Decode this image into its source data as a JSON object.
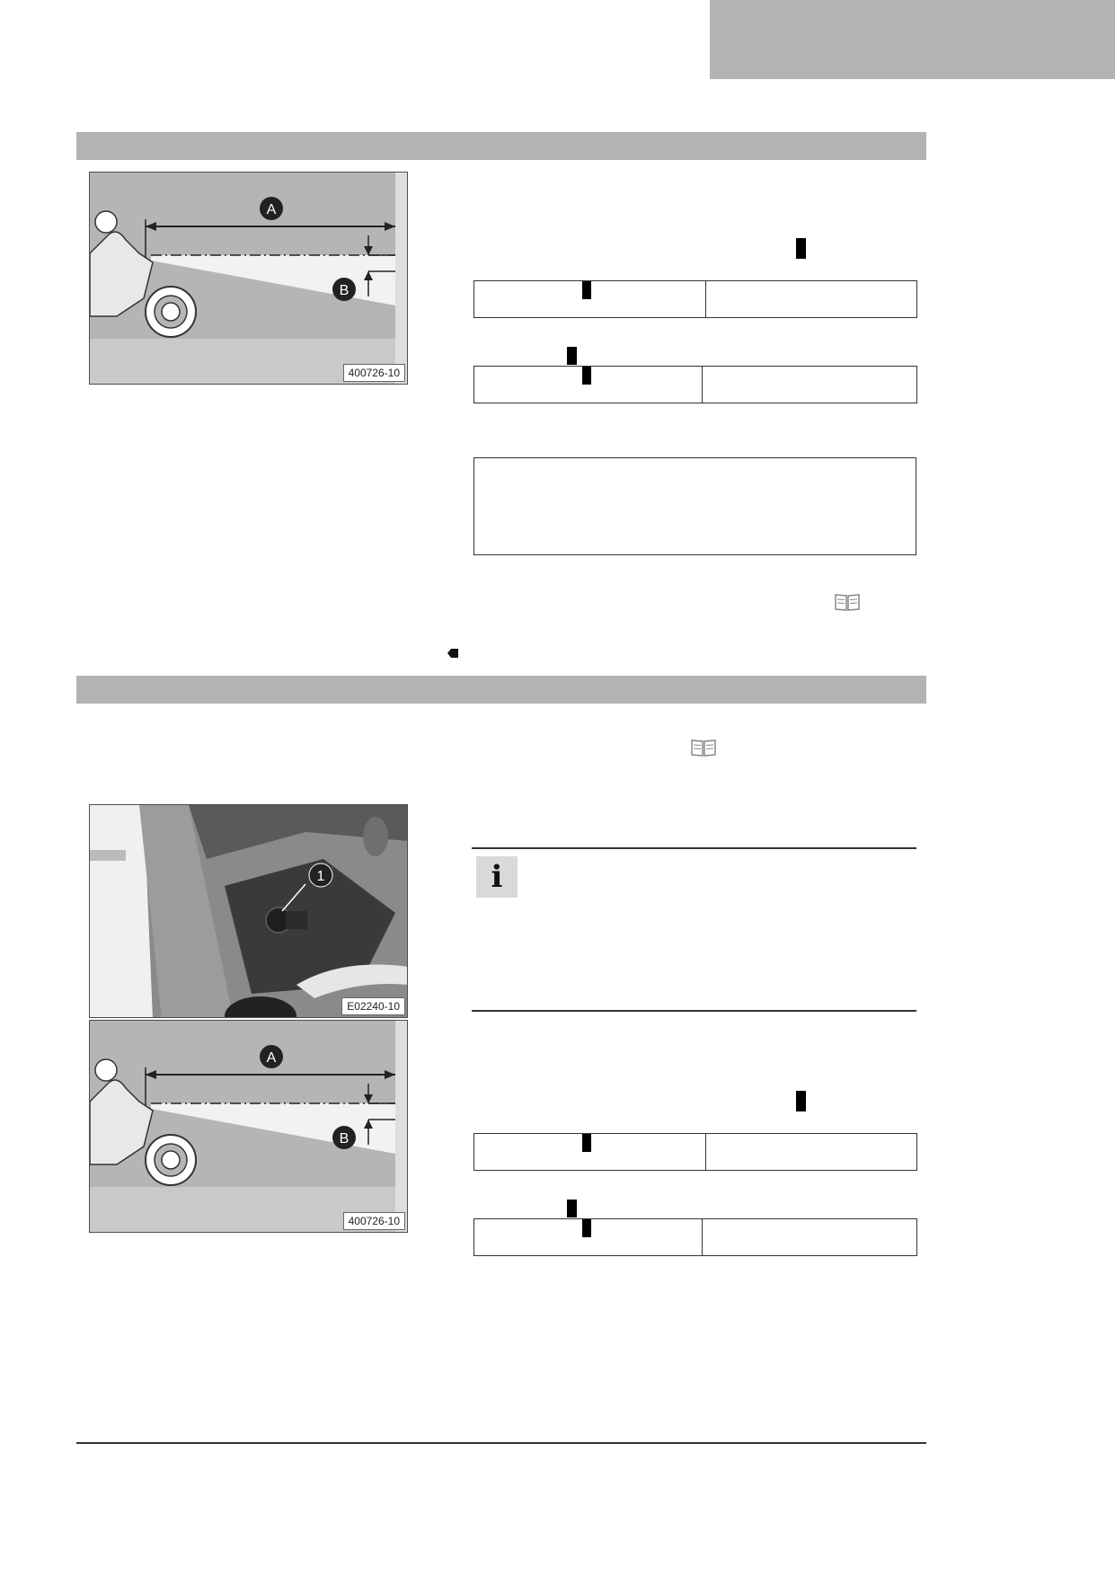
{
  "figures": {
    "fig1_code": "400726-10",
    "fig2_code": "E02240-10",
    "fig3_code": "400726-10",
    "label_a": "A",
    "label_b": "B",
    "label_1": "1"
  },
  "icons": {
    "book": "manual-reference-icon",
    "info": "info-icon",
    "end_marker": "section-end-marker"
  },
  "info_glyph": "i",
  "colors": {
    "section_bar": "#b3b3b3",
    "corner_tab": "#b3b3b3"
  }
}
